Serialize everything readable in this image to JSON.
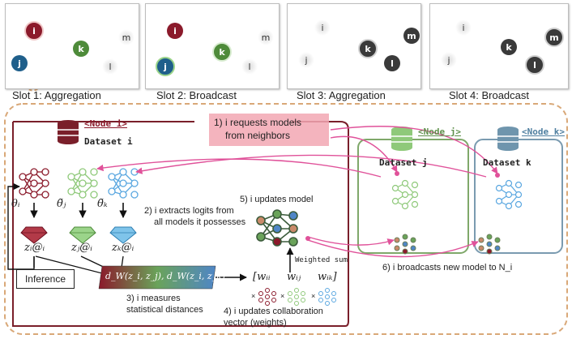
{
  "slots": [
    {
      "caption": "Slot 1: Aggregation"
    },
    {
      "caption": "Slot 2: Broadcast"
    },
    {
      "caption": "Slot 3: Aggregation"
    },
    {
      "caption": "Slot 4: Broadcast"
    }
  ],
  "node_letters": {
    "i": "i",
    "j": "j",
    "k": "k",
    "m": "m",
    "l": "l"
  },
  "tags": {
    "node_i": "<Node i>",
    "node_j": "<Node j>",
    "node_k": "<Node k>"
  },
  "datasets": {
    "i": "Dataset i",
    "j": "Dataset j",
    "k": "Dataset k"
  },
  "steps": {
    "s1": "1) i requests models",
    "s1b": "from neighbors",
    "s2": "2) i extracts logits from",
    "s2b": "all models it possesses",
    "s3": "3) i measures",
    "s3b": "statistical distances",
    "s4": "4) i updates collaboration",
    "s4b": "vector (weights)",
    "s5": "5) i updates model",
    "s6": "6) i broadcasts new model to N_i"
  },
  "math": {
    "theta_i": "θᵢ",
    "theta_j": "θ̃ⱼ",
    "theta_k": "θ̃ₖ",
    "z_i": "zᵢ@ᵢ",
    "z_j": "zⱼ@ᵢ",
    "z_k": "zₖ@ᵢ",
    "distances": "d_W(z_i, z_j), d_W(z_i, z_k)",
    "w_ii": "[wᵢᵢ",
    "w_ij": "wᵢⱼ",
    "w_ik": "wᵢₖ]"
  },
  "inference_label": "Inference",
  "weighted_sum_label": "Weighted sum",
  "colors": {
    "node_i": "#8b1a2b",
    "node_j": "#1f5f8b",
    "node_k": "#4e8b3a",
    "node_gray": "#3a3a3a",
    "dashed_border": "#d9a878",
    "dataset_i_border": "#7a1f2a",
    "dataset_j_border": "#7fa86a",
    "dataset_k_border": "#7a9bb0",
    "request_box": "#f2a7b3",
    "arrow_pink": "#e0529a",
    "model_red": "#8b1a2b",
    "model_green": "#8fc97a",
    "model_blue": "#5aa7e0"
  }
}
